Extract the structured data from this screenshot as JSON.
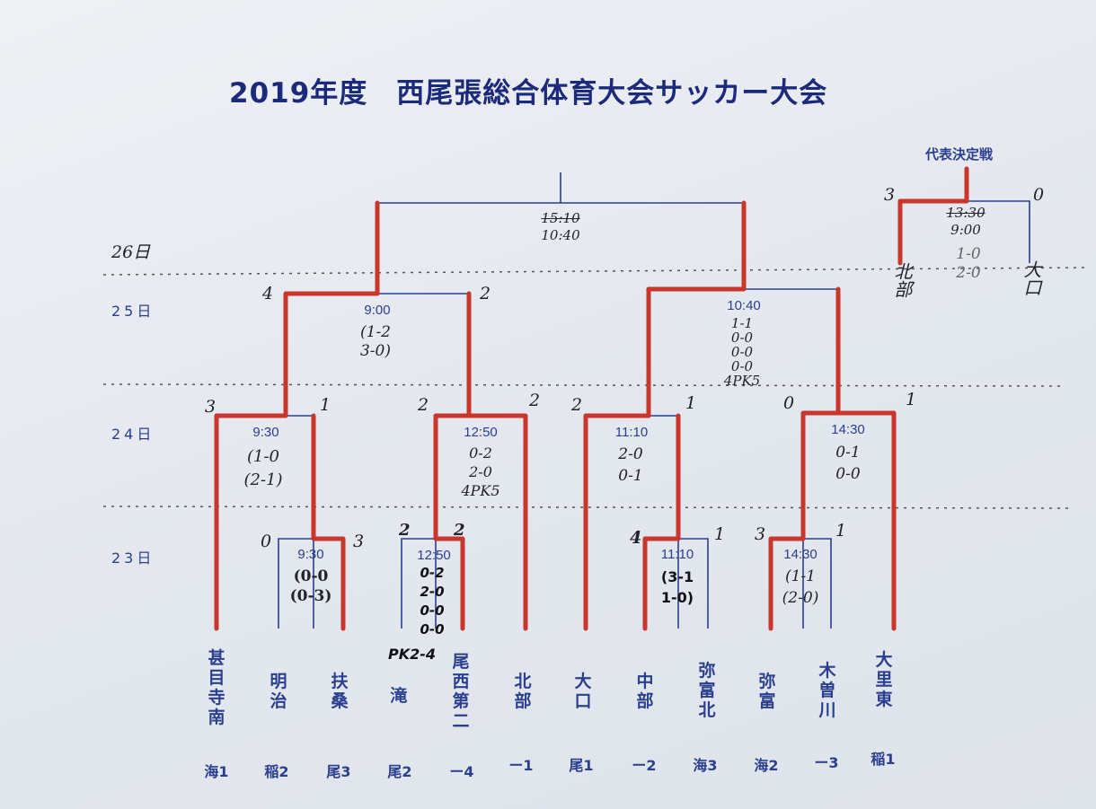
{
  "title": "2019年度　西尾張総合体育大会サッカー大会",
  "playoff_label": "代表決定戦",
  "days": [
    "26日",
    "25日",
    "24日",
    "23日"
  ],
  "teams": [
    {
      "name": "甚目寺南",
      "seed": "海1"
    },
    {
      "name": "明治",
      "seed": "稲2"
    },
    {
      "name": "扶桑",
      "seed": "尾3"
    },
    {
      "name": "滝",
      "seed": "尾2"
    },
    {
      "name": "尾西第二",
      "seed": "ー4"
    },
    {
      "name": "北部",
      "seed": "ー1"
    },
    {
      "name": "大口",
      "seed": "尾1"
    },
    {
      "name": "中部",
      "seed": "ー2"
    },
    {
      "name": "弥富北",
      "seed": "海3"
    },
    {
      "name": "弥富",
      "seed": "海2"
    },
    {
      "name": "木曽川",
      "seed": "ー3"
    },
    {
      "name": "大里東",
      "seed": "稲1"
    }
  ],
  "matches": {
    "r1_a": {
      "time": "9:30",
      "score_left": "0",
      "score_right": "3",
      "result": "(0-0\n(0-3)"
    },
    "r1_b": {
      "time": "12:50",
      "score_left": "2",
      "score_right": "2",
      "result": "0-2\n2-0\n0-0\n0-0",
      "pk": "PK2-4"
    },
    "r1_c": {
      "time": "11:10",
      "score_left": "4",
      "score_right": "1",
      "result": "(3-1\n1-0)"
    },
    "r1_d": {
      "time": "14:30",
      "score_left": "3",
      "score_right": "1",
      "result": "(1-1\n(2-0)"
    },
    "r2_a": {
      "time": "9:30",
      "score_left": "3",
      "score_right": "1",
      "result": "(1-0\n(2-1)"
    },
    "r2_b": {
      "time": "12:50",
      "score_left": "2",
      "score_right": "2",
      "result": "0-2\n2-0\n4PK5"
    },
    "r2_c": {
      "time": "11:10",
      "score_left": "2",
      "score_right": "1",
      "result": "2-0\n0-1"
    },
    "r2_d": {
      "time": "14:30",
      "score_left": "0",
      "score_right": "1",
      "result": "0-1\n0-0"
    },
    "sf_a": {
      "time": "9:00",
      "score_left": "4",
      "score_right": "2",
      "result": "(1-2\n3-0)"
    },
    "sf_b": {
      "time": "10:40",
      "score_left": "",
      "score_right": "",
      "result": "1-1\n0-0\n0-0\n0-0\n4PK5"
    },
    "final": {
      "time_old": "15:10",
      "time_new": "10:40"
    },
    "playoff": {
      "time_old": "13:30",
      "time_new": "9:00",
      "score_left": "3",
      "score_right": "0",
      "result": "1-0\n2-0",
      "team_left": "北部",
      "team_right": "大口"
    }
  },
  "colors": {
    "print": "#2a3f8f",
    "winner": "#c8362c",
    "title": "#1b2a7a"
  }
}
